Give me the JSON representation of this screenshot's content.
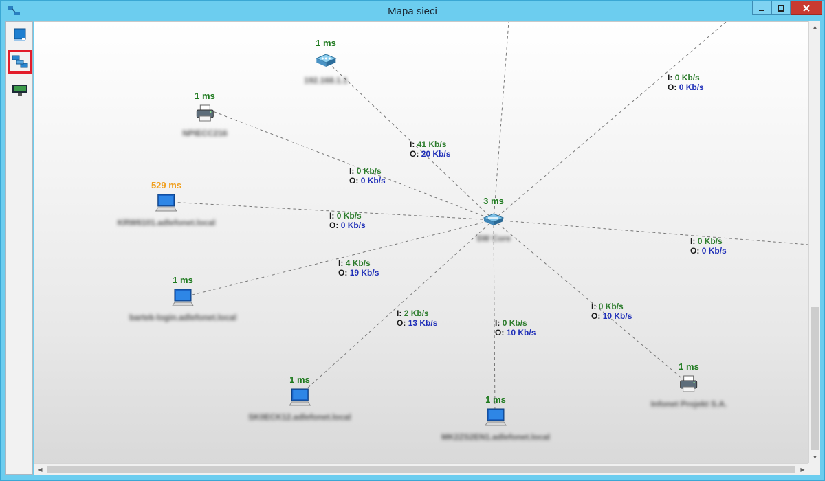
{
  "window": {
    "title": "Mapa sieci",
    "app_icon": "network-map-icon"
  },
  "toolbar": {
    "items": [
      {
        "name": "device-icon",
        "selected": false
      },
      {
        "name": "network-map-icon",
        "selected": true
      },
      {
        "name": "monitor-icon",
        "selected": false
      }
    ]
  },
  "hub": {
    "ping": "3 ms",
    "name": "SW Core",
    "icon": "switch-icon"
  },
  "nodes": [
    {
      "id": "router",
      "ping": "1 ms",
      "ping_status": "ok",
      "name": "192.168.1.1",
      "icon": "router-icon"
    },
    {
      "id": "printer-top",
      "ping": "1 ms",
      "ping_status": "ok",
      "name": "NPIECC216",
      "icon": "printer-icon"
    },
    {
      "id": "pc-slow",
      "ping": "529 ms",
      "ping_status": "warn",
      "name": "KRW6101.adlefonet.local",
      "icon": "computer-icon"
    },
    {
      "id": "pc-bartek",
      "ping": "1 ms",
      "ping_status": "ok",
      "name": "bartek-login.adlefonet.local",
      "icon": "computer-icon"
    },
    {
      "id": "pc-sk",
      "ping": "1 ms",
      "ping_status": "ok",
      "name": "SK0ECK12.adlefonet.local",
      "icon": "computer-icon"
    },
    {
      "id": "pc-mk",
      "ping": "1 ms",
      "ping_status": "ok",
      "name": "MK2ZS2EN1.adlefonet.local",
      "icon": "computer-icon"
    },
    {
      "id": "printer-right",
      "ping": "1 ms",
      "ping_status": "ok",
      "name": "Infonet Projekt S.A.",
      "icon": "printer-icon"
    }
  ],
  "links": [
    {
      "in_label": "I:",
      "in": "0 Kb/s",
      "out_label": "O:",
      "out": "0 Kb/s"
    },
    {
      "in_label": "I:",
      "in": "41 Kb/s",
      "out_label": "O:",
      "out": "20 Kb/s"
    },
    {
      "in_label": "I:",
      "in": "0 Kb/s",
      "out_label": "O:",
      "out": "0 Kb/s"
    },
    {
      "in_label": "I:",
      "in": "0 Kb/s",
      "out_label": "O:",
      "out": "0 Kb/s"
    },
    {
      "in_label": "I:",
      "in": "0 Kb/s",
      "out_label": "O:",
      "out": "0 Kb/s"
    },
    {
      "in_label": "I:",
      "in": "4 Kb/s",
      "out_label": "O:",
      "out": "19 Kb/s"
    },
    {
      "in_label": "I:",
      "in": "0 Kb/s",
      "out_label": "O:",
      "out": "10 Kb/s"
    },
    {
      "in_label": "I:",
      "in": "2 Kb/s",
      "out_label": "O:",
      "out": "13 Kb/s"
    },
    {
      "in_label": "I:",
      "in": "0 Kb/s",
      "out_label": "O:",
      "out": "10 Kb/s"
    }
  ],
  "colors": {
    "ping_ok": "#1f7a1f",
    "ping_warn": "#f0a020",
    "in_value": "#2c7c2c",
    "out_value": "#1f2fb8",
    "titlebar": "#6ccdef",
    "selected_border": "#e21c2a"
  }
}
